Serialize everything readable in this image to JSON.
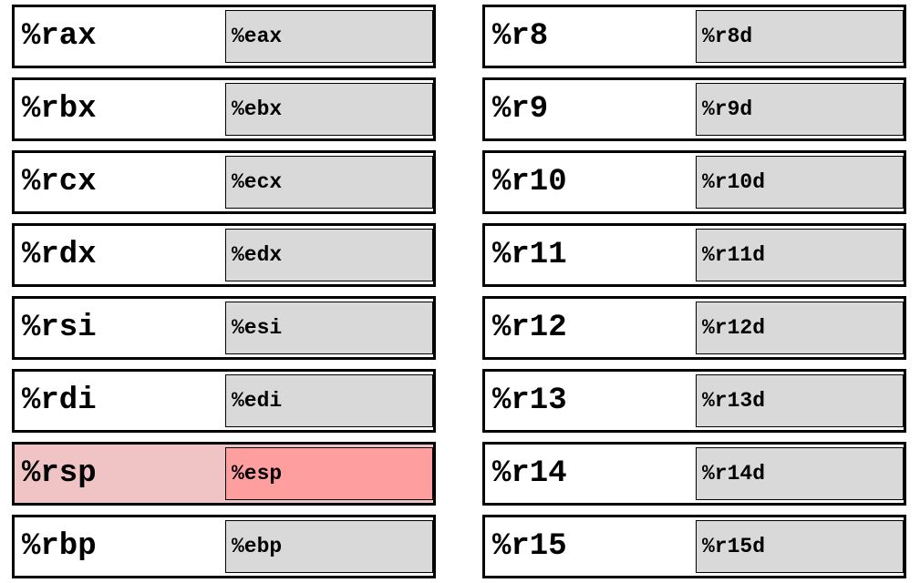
{
  "colors": {
    "border": "#000000",
    "register_bg": "#ffffff",
    "subregister_bg": "#d9d9d9",
    "highlight_bg": "#f0c4c4",
    "highlight_subregister_bg": "#ff9e9e"
  },
  "left_column": [
    {
      "name64": "%rax",
      "name32": "%eax",
      "highlight": false
    },
    {
      "name64": "%rbx",
      "name32": "%ebx",
      "highlight": false
    },
    {
      "name64": "%rcx",
      "name32": "%ecx",
      "highlight": false
    },
    {
      "name64": "%rdx",
      "name32": "%edx",
      "highlight": false
    },
    {
      "name64": "%rsi",
      "name32": "%esi",
      "highlight": false
    },
    {
      "name64": "%rdi",
      "name32": "%edi",
      "highlight": false
    },
    {
      "name64": "%rsp",
      "name32": "%esp",
      "highlight": true
    },
    {
      "name64": "%rbp",
      "name32": "%ebp",
      "highlight": false
    }
  ],
  "right_column": [
    {
      "name64": "%r8",
      "name32": "%r8d",
      "highlight": false
    },
    {
      "name64": "%r9",
      "name32": "%r9d",
      "highlight": false
    },
    {
      "name64": "%r10",
      "name32": "%r10d",
      "highlight": false
    },
    {
      "name64": "%r11",
      "name32": "%r11d",
      "highlight": false
    },
    {
      "name64": "%r12",
      "name32": "%r12d",
      "highlight": false
    },
    {
      "name64": "%r13",
      "name32": "%r13d",
      "highlight": false
    },
    {
      "name64": "%r14",
      "name32": "%r14d",
      "highlight": false
    },
    {
      "name64": "%r15",
      "name32": "%r15d",
      "highlight": false
    }
  ]
}
